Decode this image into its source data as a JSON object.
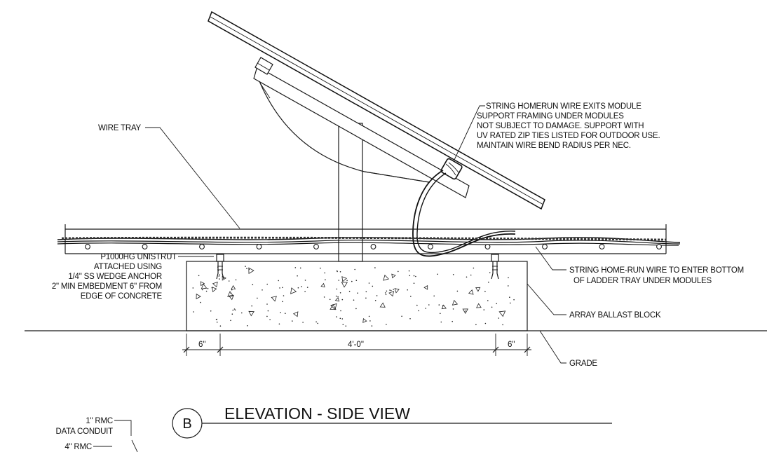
{
  "labels": {
    "wire_tray": "WIRE TRAY",
    "string_exit": [
      "STRING HOMERUN WIRE EXITS MODULE",
      "SUPPORT FRAMING UNDER MODULES",
      "NOT SUBJECT TO DAMAGE.  SUPPORT WITH",
      "UV RATED ZIP TIES LISTED FOR OUTDOOR USE.",
      "MAINTAIN WIRE BEND RADIUS PER NEC."
    ],
    "unistrut": [
      "P1000HG UNISTRUT",
      "ATTACHED USING",
      "1/4\" SS WEDGE ANCHOR",
      "2\" MIN EMBEDMENT 6\" FROM",
      "EDGE OF CONCRETE"
    ],
    "home_run": [
      "STRING HOME-RUN WIRE TO ENTER BOTTOM",
      "OF LADDER TRAY UNDER MODULES"
    ],
    "ballast": "ARRAY BALLAST BLOCK",
    "grade": "GRADE",
    "rmc_data": [
      "1\" RMC",
      "DATA CONDUIT"
    ],
    "rmc_4": "4\" RMC"
  },
  "dimensions": {
    "left": "6\"",
    "middle": "4'-0\"",
    "right": "6\""
  },
  "view": {
    "bubble": "B",
    "title": "ELEVATION - SIDE VIEW"
  }
}
